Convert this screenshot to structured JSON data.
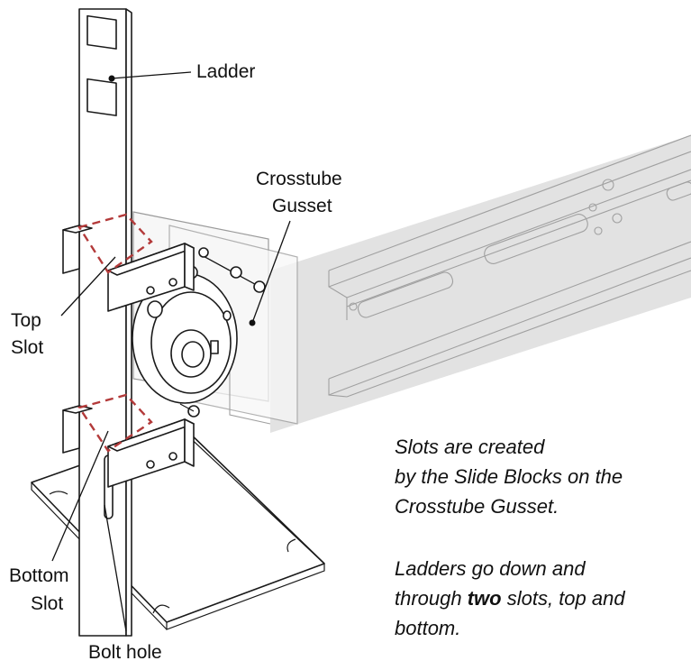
{
  "labels": {
    "ladder": "Ladder",
    "crosstube_gusset_line1": "Crosstube",
    "crosstube_gusset_line2": "Gusset",
    "top_slot_line1": "Top",
    "top_slot_line2": "Slot",
    "bottom_slot_line1": "Bottom",
    "bottom_slot_line2": "Slot",
    "bolt_hole": "Bolt hole"
  },
  "notes": {
    "note1_line1": "Slots are created",
    "note1_line2": "by the Slide Blocks on the",
    "note1_line3": "Crosstube Gusset.",
    "note2_line1": "Ladders go down and",
    "note2_line2_pre": "through ",
    "note2_line2_bold": "two",
    "note2_line2_post": " slots, top and",
    "note2_line3": "bottom."
  },
  "colors": {
    "slot_outline": "#b33a3a",
    "ink": "#1a1a1a",
    "ghost_parts": "#9a9a9a"
  }
}
